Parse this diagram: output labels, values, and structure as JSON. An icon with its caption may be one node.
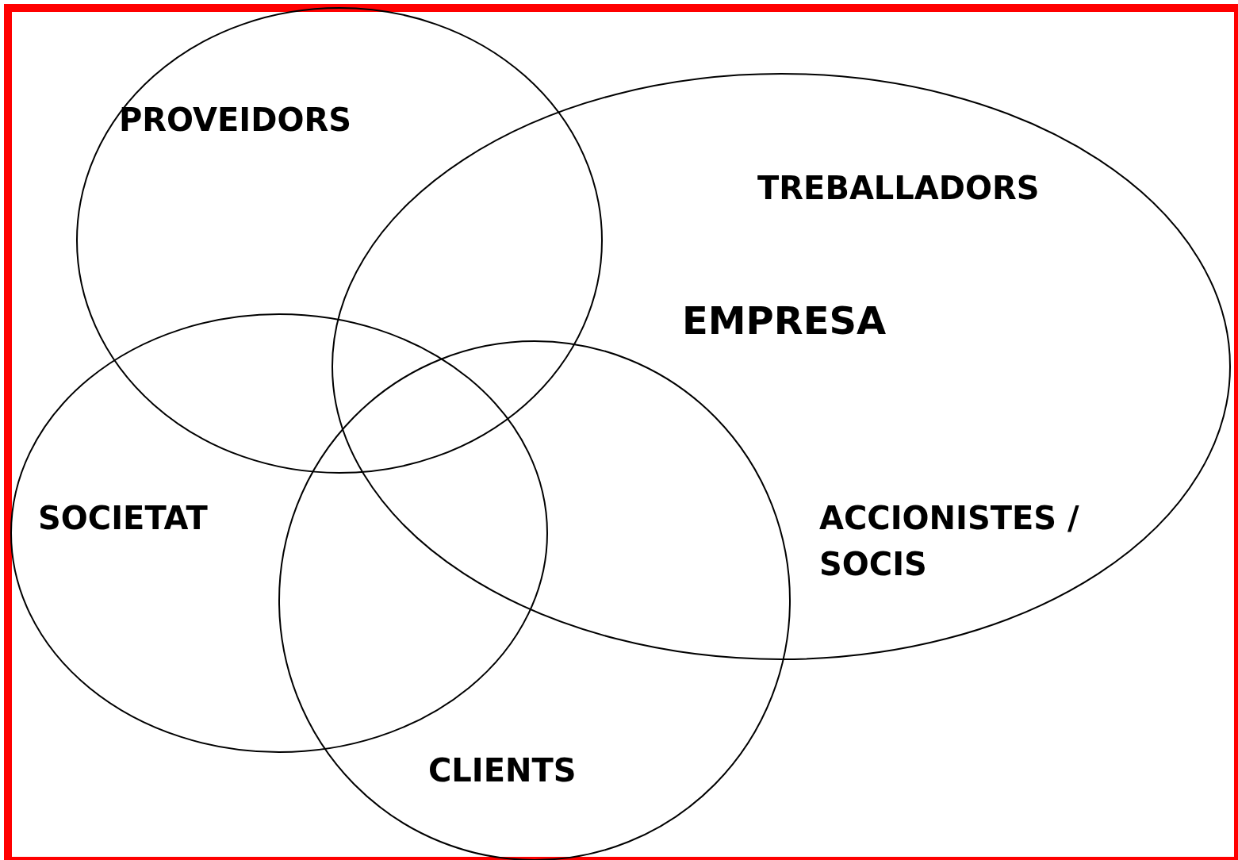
{
  "diagram": {
    "nodes": [
      {
        "text": [
          "PROVEIDORS"
        ]
      },
      {
        "text": [
          "TREBALLADORS",
          "EMPRESA",
          "ACCIONISTES / SOCIS"
        ]
      },
      {
        "text": [
          "SOCIETAT"
        ]
      },
      {
        "text": [
          "CLIENTS"
        ]
      }
    ]
  }
}
